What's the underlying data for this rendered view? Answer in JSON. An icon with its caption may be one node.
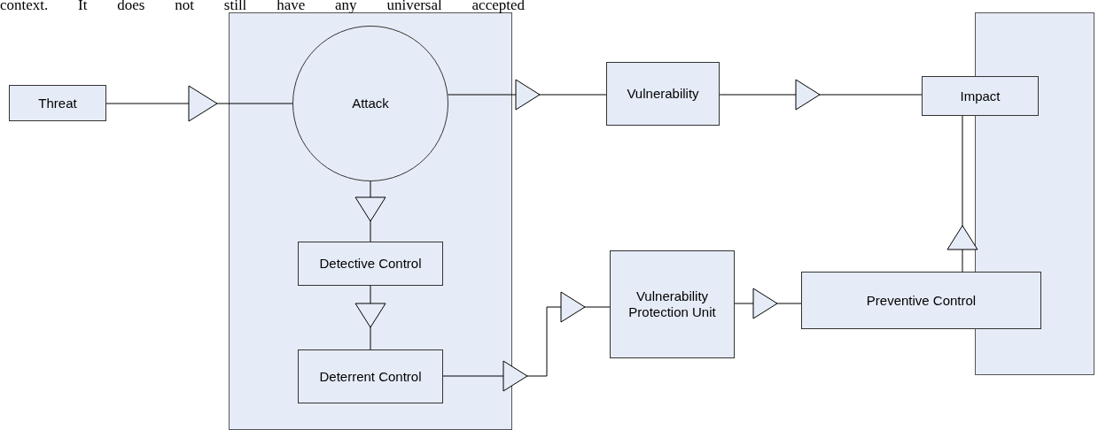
{
  "diagram": {
    "nodes": [
      {
        "text": [
          "Threat"
        ]
      },
      {
        "text": [],
        "shape": "box"
      },
      {
        "text": [
          "Attack"
        ],
        "in": 1
      },
      {
        "text": [
          "Detective Control"
        ],
        "in": 1
      },
      {
        "text": [
          "Deterrent Control"
        ],
        "in": 1
      },
      {
        "text": [
          "Vulnerability"
        ]
      },
      {
        "text": [
          "Vulnerability Protection Unit"
        ]
      },
      {
        "text": [],
        "shape": "box"
      },
      {
        "text": [
          "Impact"
        ]
      },
      {
        "text": [
          "Preventive Control"
        ]
      }
    ],
    "edges": [
      {
        "from": 0,
        "to": 2,
        "arrow": "to"
      },
      {
        "from": 2,
        "to": 5,
        "arrow": "to"
      },
      {
        "from": 5,
        "to": 8,
        "arrow": "to"
      },
      {
        "from": 2,
        "to": 3,
        "arrow": "to"
      },
      {
        "from": 3,
        "to": 4,
        "arrow": "to"
      },
      {
        "from": 4,
        "to": 6,
        "arrow": "to"
      },
      {
        "from": 6,
        "to": 9,
        "arrow": "to"
      },
      {
        "from": 9,
        "to": 8,
        "arrow": "to"
      }
    ],
    "labels": [
      "context. It does not still have any universal accepted"
    ]
  }
}
